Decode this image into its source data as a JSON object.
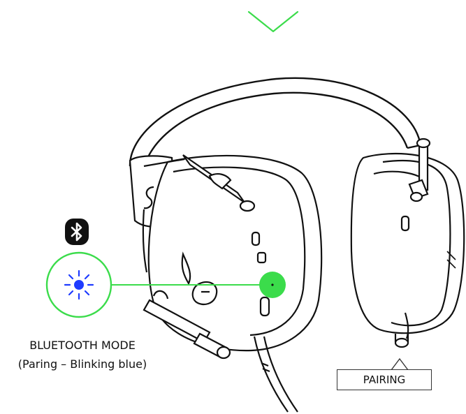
{
  "bluetooth_mode": {
    "title": "BLUETOOTH MODE",
    "subtitle": "(Paring – Blinking blue)",
    "led_color": "#1f3cff",
    "highlight_color": "#3bdc4b",
    "ring_color": "#3bdc4b"
  },
  "pairing_label": "PAIRING",
  "icons": {
    "chevron": "chevron-down-icon",
    "bluetooth": "bluetooth-icon",
    "led": "led-blinking-icon"
  }
}
